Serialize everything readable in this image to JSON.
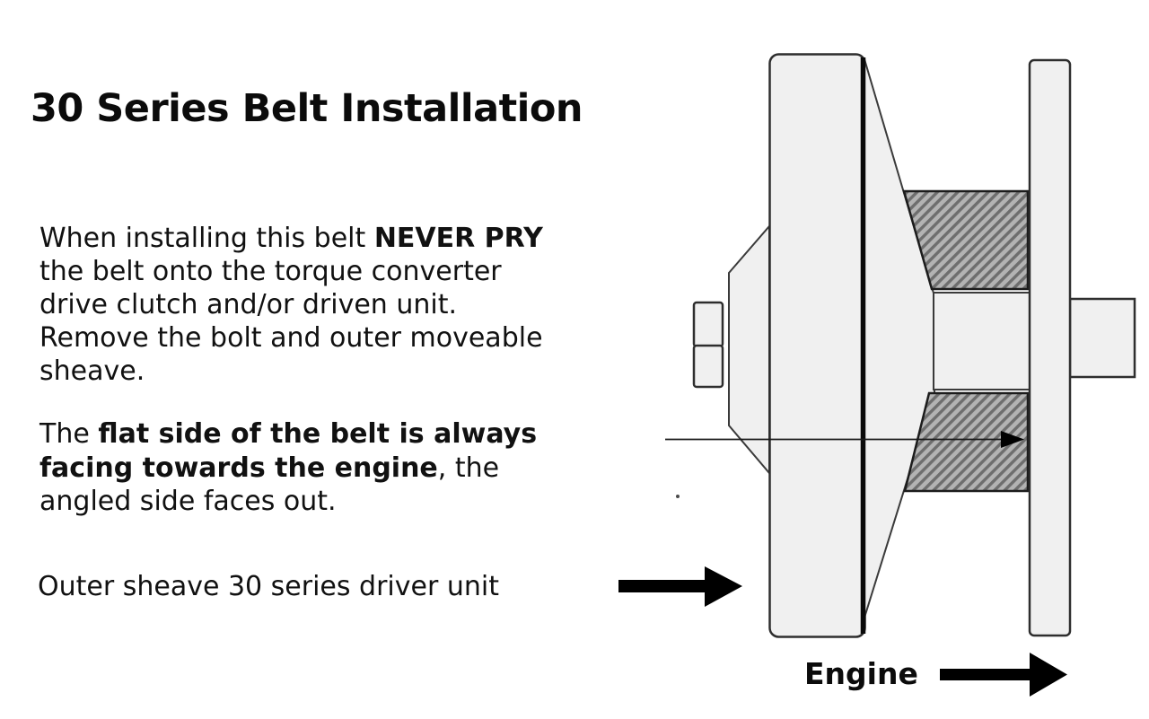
{
  "title": "30 Series Belt Installation",
  "paragraph1": {
    "line1_regular": "When installing this belt ",
    "line1_bold": "NEVER PRY",
    "line2": "the belt onto the torque converter",
    "line3": "drive clutch and/or driven unit.",
    "line4": "Remove the bolt and outer moveable",
    "line5": "sheave."
  },
  "paragraph2": {
    "line1_regular": "The ",
    "line1_bold": "flat side of the belt is always",
    "line2_bold": "facing towards the engine",
    "line2_regular": ", the",
    "line3": "angled side faces out."
  },
  "labels": {
    "outer_sheave": "Outer sheave 30 series driver unit",
    "engine": "Engine"
  },
  "diagram": {
    "colors": {
      "part_fill": "#f0f0f0",
      "part_stroke": "#2e2e2e",
      "belt_base": "#b3b3b3",
      "belt_stripe": "#6e6e6e",
      "arrow": "#000000"
    }
  }
}
